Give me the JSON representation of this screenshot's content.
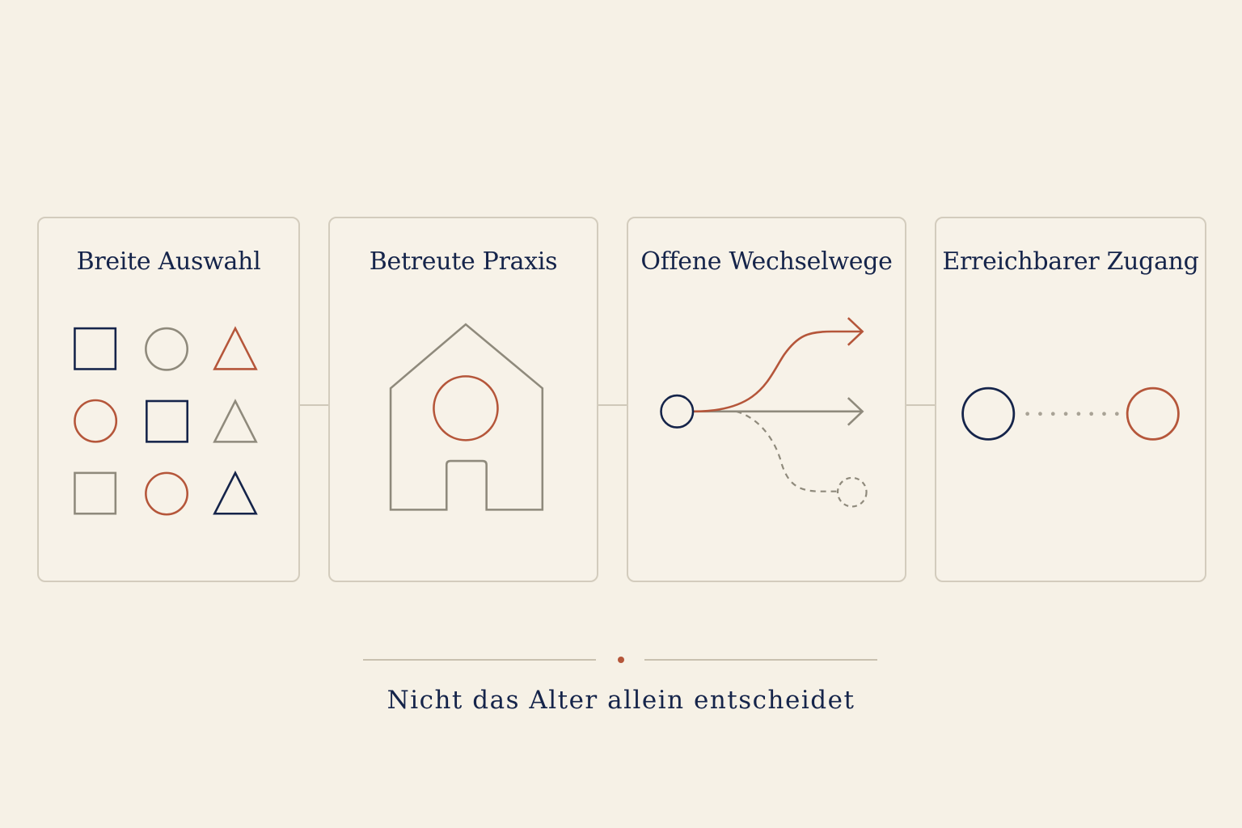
{
  "panels": [
    {
      "title": "Breite Auswahl",
      "icon": "shape-grid-icon"
    },
    {
      "title": "Betreute Praxis",
      "icon": "house-with-circle-icon"
    },
    {
      "title": "Offene Wechselwege",
      "icon": "branching-arrows-icon"
    },
    {
      "title": "Erreichbarer Zugang",
      "icon": "dotted-connection-icon"
    }
  ],
  "caption": "Nicht das Alter allein entscheidet",
  "colors": {
    "background": "#f6f1e6",
    "navy": "#15244a",
    "rust": "#b5563a",
    "gray": "#8f8a7c",
    "border": "#d3ccbd"
  }
}
